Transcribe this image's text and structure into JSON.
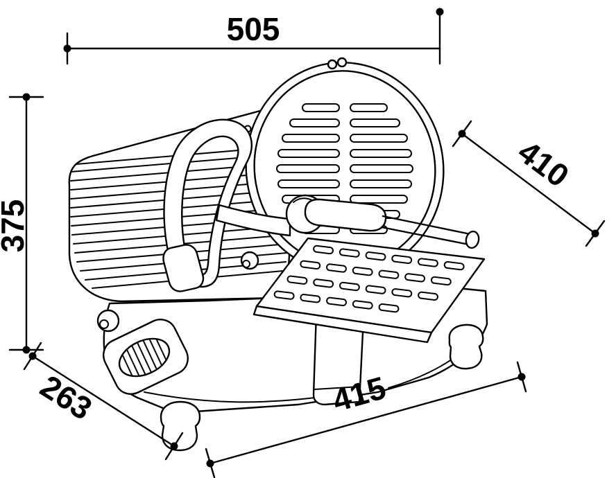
{
  "figure": {
    "kind": "technical-dimension-drawing",
    "subject": "food-slicer",
    "background_color": "#ffffff",
    "stroke_color": "#000000"
  },
  "dimensions": {
    "top_width": "505",
    "left_height": "375",
    "right_depth": "410",
    "front_left_depth": "263",
    "bottom_width": "415"
  }
}
